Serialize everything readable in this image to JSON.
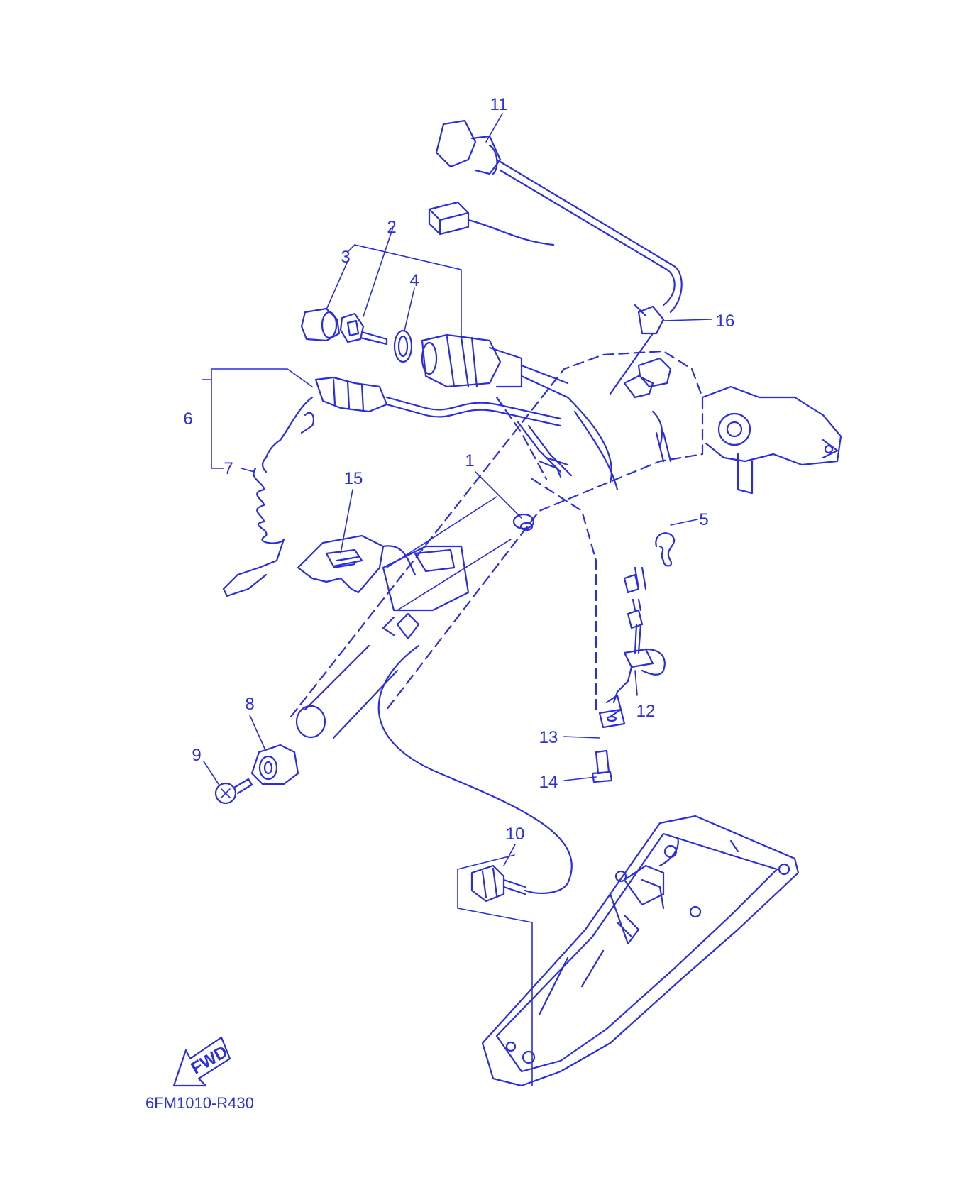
{
  "diagram": {
    "line_color": "#2a2ee0",
    "background": "#ffffff",
    "part_numbers": [
      "1",
      "2",
      "3",
      "4",
      "5",
      "6",
      "7",
      "8",
      "9",
      "10",
      "11",
      "12",
      "13",
      "14",
      "15",
      "16"
    ],
    "fwd_label": "FWD",
    "drawing_code": "6FM1010-R430"
  }
}
